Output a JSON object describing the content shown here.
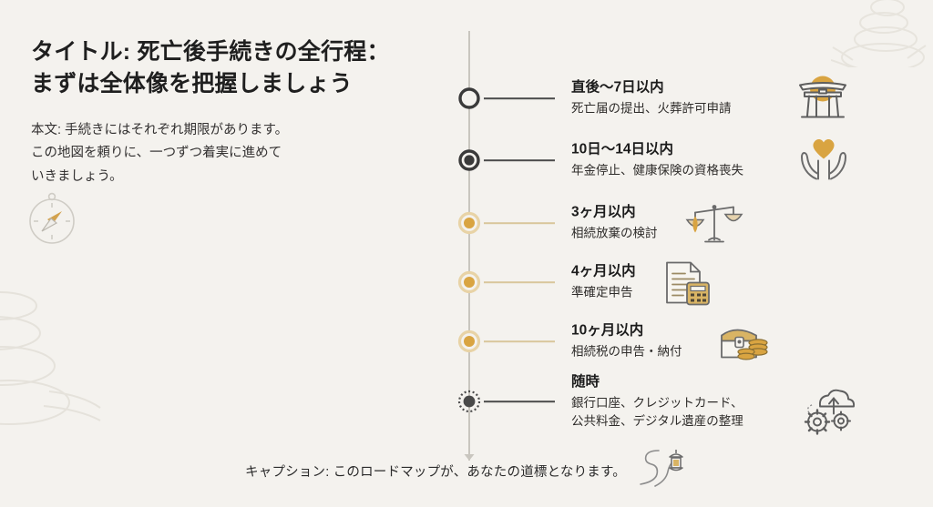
{
  "theme": {
    "background": "#f4f2ee",
    "axis_color": "#c9c6bf",
    "dark_marker": "#3a3a3a",
    "gold_marker": "#d9a441",
    "gold_ring": "#e8d3a6",
    "text_primary": "#1f1f1f",
    "text_secondary": "#333131"
  },
  "header": {
    "title": "タイトル: 死亡後手続きの全行程：\nまずは全体像を把握しましょう",
    "body": "本文: 手続きにはそれぞれ期限があります。\nこの地図を頼りに、一つずつ着実に進めて\nいきましょう。"
  },
  "decorations": [
    {
      "name": "zen-stones-top-right-watermark"
    },
    {
      "name": "zen-stones-bottom-left-watermark"
    },
    {
      "name": "compass-icon"
    }
  ],
  "timeline": {
    "items": [
      {
        "label": "直後〜7日以内",
        "desc": "死亡届の提出、火葬許可申請",
        "marker": "hollow-dark",
        "icon": "torii-gate-icon"
      },
      {
        "label": "10日〜14日以内",
        "desc": "年金停止、健康保険の資格喪失",
        "marker": "filled-dark",
        "icon": "heart-in-hands-icon"
      },
      {
        "label": "3ヶ月以内",
        "desc": "相続放棄の検討",
        "marker": "gold",
        "icon": "scales-of-justice-icon"
      },
      {
        "label": "4ヶ月以内",
        "desc": "準確定申告",
        "marker": "gold",
        "icon": "document-calculator-icon"
      },
      {
        "label": "10ヶ月以内",
        "desc": "相続税の申告・納付",
        "marker": "gold",
        "icon": "treasure-chest-coins-icon"
      },
      {
        "label": "随時",
        "desc": "銀行口座、クレジットカード、\n公共料金、デジタル遺産の整理",
        "marker": "dashed-dark",
        "icon": "cloud-gears-icon"
      }
    ]
  },
  "footer": {
    "caption": "キャプション: このロードマップが、あなたの道標となります。",
    "icon": "winding-road-lantern-icon"
  }
}
